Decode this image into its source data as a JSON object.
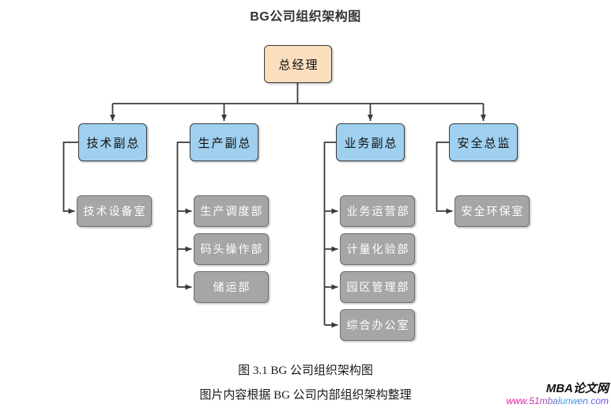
{
  "page": {
    "title": "BG公司组织架构图"
  },
  "org_chart": {
    "root": {
      "label": "总经理"
    },
    "branches": [
      {
        "label": "技术副总",
        "children": [
          {
            "label": "技术设备室"
          }
        ]
      },
      {
        "label": "生产副总",
        "children": [
          {
            "label": "生产调度部"
          },
          {
            "label": "码头操作部"
          },
          {
            "label": "储运部"
          }
        ]
      },
      {
        "label": "业务副总",
        "children": [
          {
            "label": "业务运营部"
          },
          {
            "label": "计量化验部"
          },
          {
            "label": "园区管理部"
          },
          {
            "label": "综合办公室"
          }
        ]
      },
      {
        "label": "安全总监",
        "children": [
          {
            "label": "安全环保室"
          }
        ]
      }
    ]
  },
  "captions": {
    "figure": "图 3.1 BG 公司组织架构图",
    "note": "图片内容根据 BG 公司内部组织架构整理"
  },
  "watermark": {
    "name": "MBA论文网",
    "url": "www.51mbalunwen.com"
  },
  "colors": {
    "root_fill": "#fbdebd",
    "vp_fill": "#9fd0f0",
    "dept_fill": "#a6a6a6",
    "dept_text": "#ffffff",
    "node_border": "#3b3b3b",
    "connector_line": "#3b3b3b",
    "title_text": "#333333",
    "watermark_gradient_start": "#f0128e",
    "watermark_gradient_mid": "#2aa8e0",
    "watermark_gradient_end": "#7d3fe0"
  }
}
